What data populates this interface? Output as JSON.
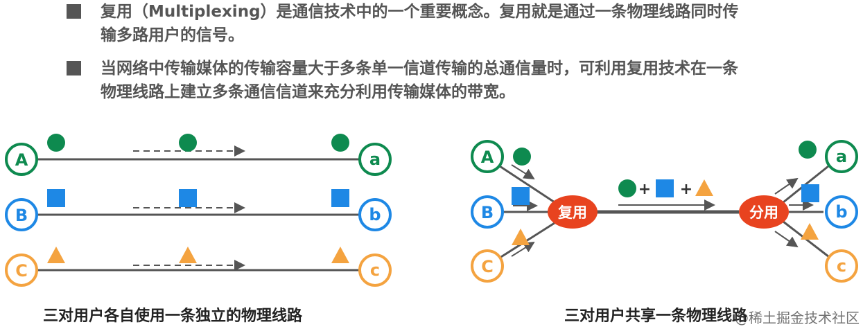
{
  "bullets": [
    {
      "text": "复用（Multiplexing）是通信技术中的一个重要概念。复用就是通过一条物理线路同时传\n输多路用户的信号。"
    },
    {
      "text": "当网络中传输媒体的传输容量大于多条单一信道传输的总通信量时，可利用复用技术在一条\n物理线路上建立多条通信信道来充分利用传输媒体的带宽。"
    }
  ],
  "colors": {
    "green": "#0e8a4f",
    "blue": "#1e88e5",
    "orange": "#f4a340",
    "hub_red": "#e8431f",
    "line_gray": "#555555",
    "bullet_gray": "#555555"
  },
  "left_diagram": {
    "caption": "三对用户各自使用一条独立的物理线路",
    "pairs": [
      {
        "sender": "A",
        "receiver": "a",
        "color": "green",
        "signal": "circle"
      },
      {
        "sender": "B",
        "receiver": "b",
        "color": "blue",
        "signal": "square"
      },
      {
        "sender": "C",
        "receiver": "c",
        "color": "orange",
        "signal": "triangle"
      }
    ]
  },
  "right_diagram": {
    "caption": "三对用户共享一条物理线路",
    "senders": [
      "A",
      "B",
      "C"
    ],
    "receivers": [
      "a",
      "b",
      "c"
    ],
    "mux_label": "复用",
    "demux_label": "分用",
    "plus_symbol": "+"
  },
  "watermark": "@稀土掘金技术社区"
}
